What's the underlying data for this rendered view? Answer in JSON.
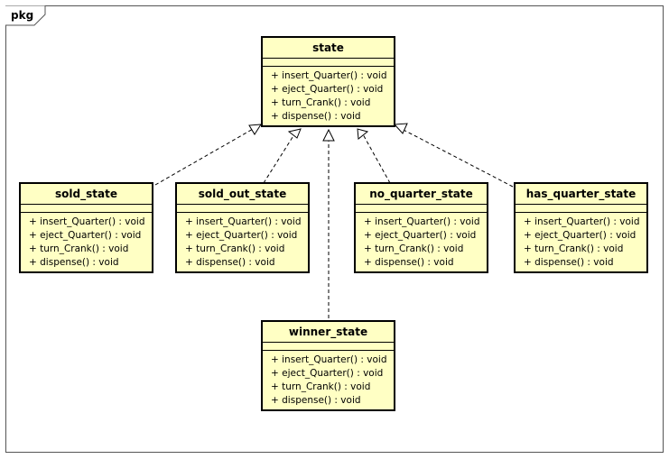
{
  "package": {
    "label": "pkg"
  },
  "classes": {
    "state": {
      "name": "state",
      "operations": [
        "+ insert_Quarter() : void",
        "+ eject_Quarter() : void",
        "+ turn_Crank() : void",
        "+ dispense() : void"
      ]
    },
    "sold_state": {
      "name": "sold_state",
      "operations": [
        "+ insert_Quarter() : void",
        "+ eject_Quarter() : void",
        "+ turn_Crank() : void",
        "+ dispense() : void"
      ]
    },
    "sold_out_state": {
      "name": "sold_out_state",
      "operations": [
        "+ insert_Quarter() : void",
        "+ eject_Quarter() : void",
        "+ turn_Crank() : void",
        "+ dispense() : void"
      ]
    },
    "no_quarter_state": {
      "name": "no_quarter_state",
      "operations": [
        "+ insert_Quarter() : void",
        "+ eject_Quarter() : void",
        "+ turn_Crank() : void",
        "+ dispense() : void"
      ]
    },
    "has_quarter_state": {
      "name": "has_quarter_state",
      "operations": [
        "+ insert_Quarter() : void",
        "+ eject_Quarter() : void",
        "+ turn_Crank() : void",
        "+ dispense() : void"
      ]
    },
    "winner_state": {
      "name": "winner_state",
      "operations": [
        "+ insert_Quarter() : void",
        "+ eject_Quarter() : void",
        "+ turn_Crank() : void",
        "+ dispense() : void"
      ]
    }
  },
  "colors": {
    "class_fill": "#ffffc4",
    "border": "#000000"
  }
}
